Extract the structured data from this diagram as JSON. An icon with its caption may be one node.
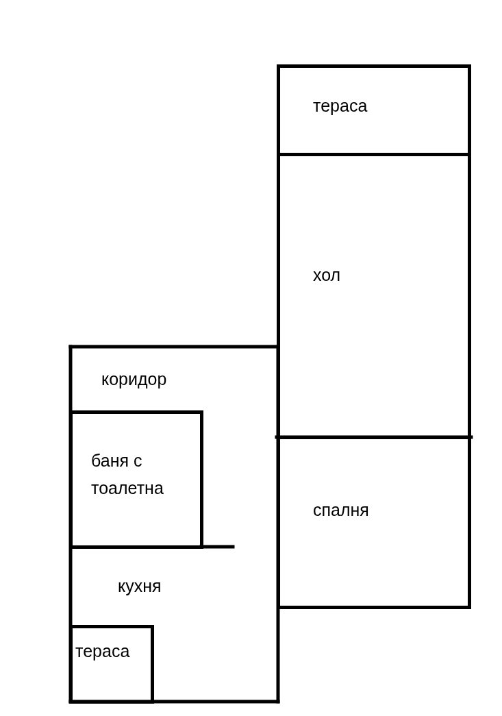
{
  "diagram": {
    "nodes": [
      {
        "text": [
          "тераса"
        ]
      },
      {
        "text": [
          "хол"
        ]
      },
      {
        "text": [
          "коридор"
        ]
      },
      {
        "text": [
          "баня с тоалетна"
        ]
      },
      {
        "text": [
          "спалня"
        ]
      },
      {
        "text": [
          "кухня"
        ]
      },
      {
        "text": [
          "тераса"
        ]
      }
    ]
  }
}
